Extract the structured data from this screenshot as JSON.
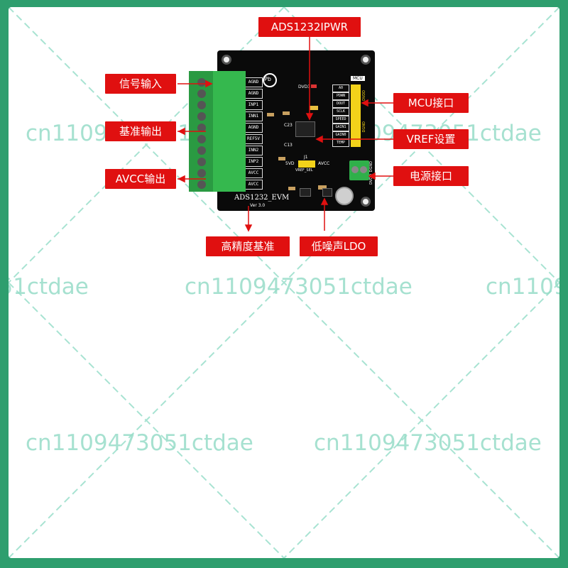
{
  "watermark": "cn1109473051ctdae",
  "callouts": {
    "chip": "ADS1232IPWR",
    "signal_input": "信号输入",
    "reference_output": "基准输出",
    "avcc_output": "AVCC输出",
    "mcu_interface": "MCU接口",
    "vref_setting": "VREF设置",
    "power_interface": "电源接口",
    "high_precision_ref": "高精度基准",
    "low_noise_ldo": "低噪声LDO"
  },
  "board": {
    "terminal_pins": [
      "AGND",
      "AGND",
      "INP1",
      "INN1",
      "AGND",
      "REF5V",
      "INN2",
      "INP2",
      "AVCC",
      "AVCC"
    ],
    "mcu_header_title": "MCU",
    "mcu_pins": [
      "A0",
      "PDWN",
      "DOUT",
      "SCLK",
      "SPEED",
      "GAIN1",
      "GAIN0",
      "TEMP"
    ],
    "header_side_labels": [
      "DVDD",
      "DGND"
    ],
    "silkscreen_title": "ADS1232_EVM",
    "silkscreen_version": "Ver 3.0",
    "jumper_left": "5VD",
    "jumper_right": "AVCC",
    "jumper_name": "J1",
    "cap_labels": [
      "C23",
      "C13"
    ],
    "led_label": "DVD3",
    "vref_label": "VREF_SEL",
    "pb_free_mark": "Pb",
    "power_terminal_labels": [
      "DGND",
      "DVDD"
    ]
  },
  "colors": {
    "frame_border": "#2e9e6e",
    "callout_bg": "#e01010",
    "terminal_green": "#2fb04a",
    "header_yellow": "#f2d21a",
    "watermark": "#96dcc8"
  }
}
